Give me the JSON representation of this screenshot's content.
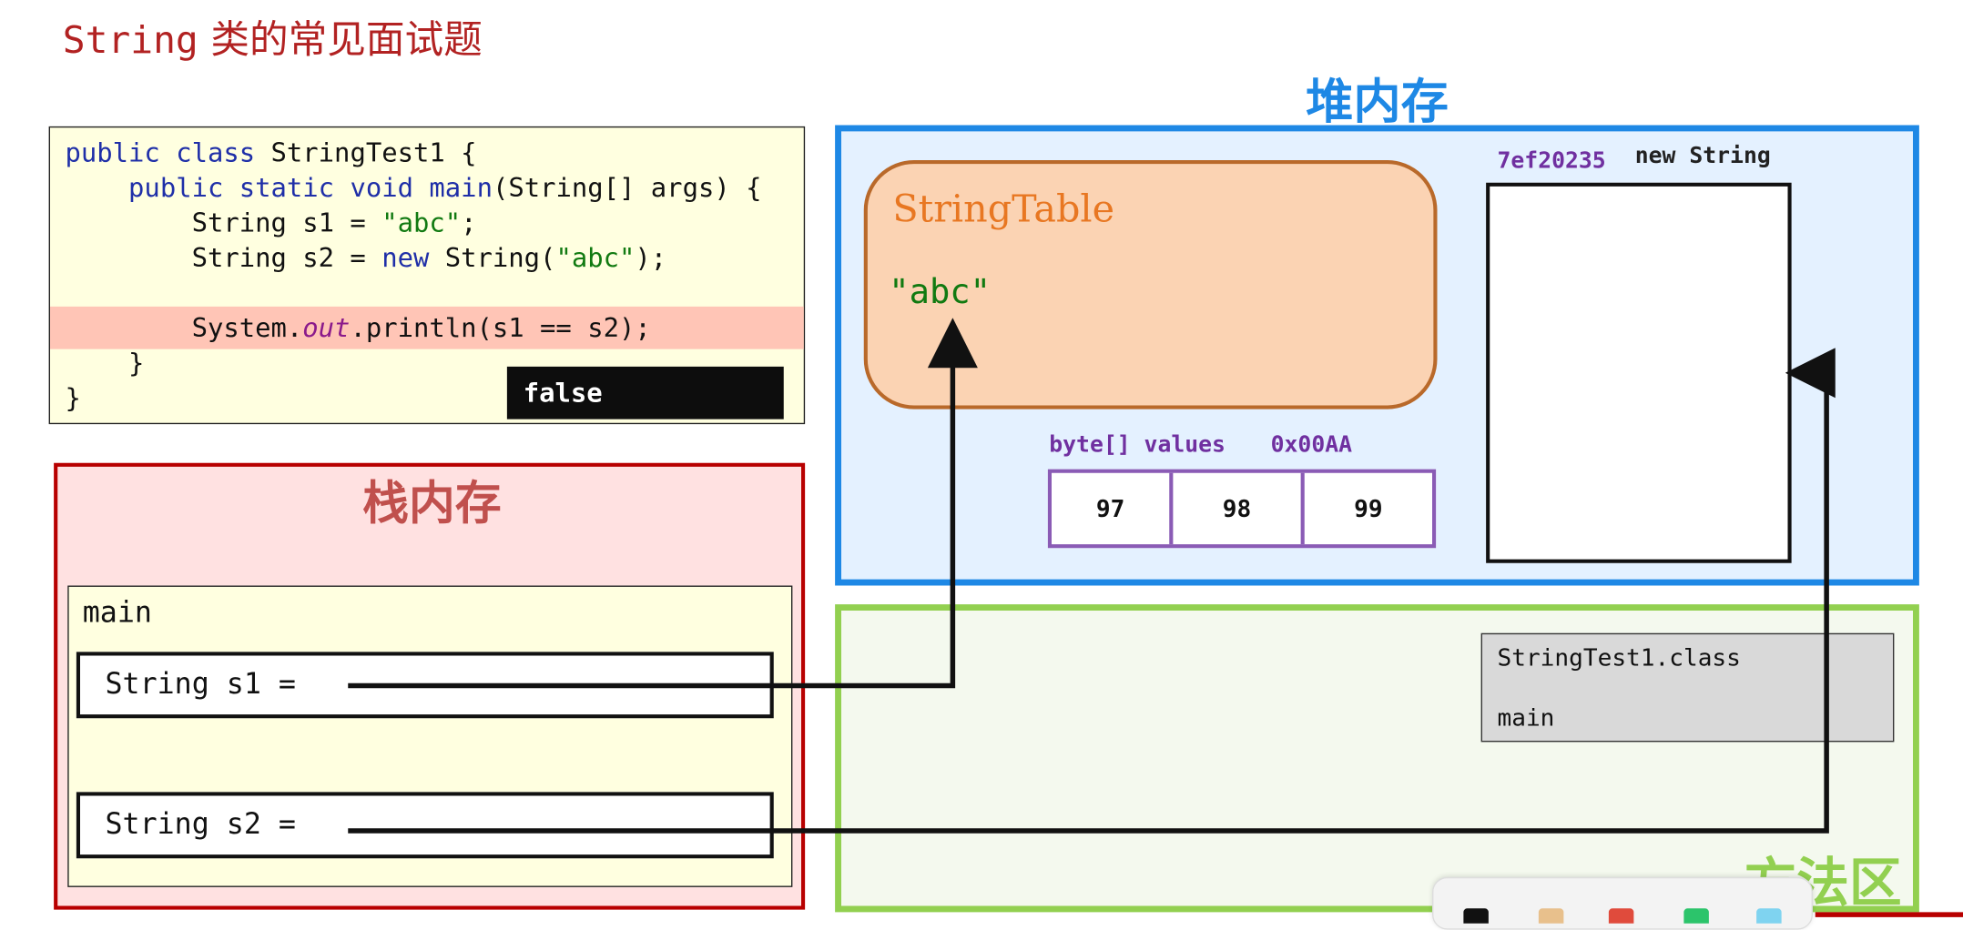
{
  "title": {
    "prefix": "String",
    "text": "类的常见面试题"
  },
  "code": {
    "lines": [
      "public class StringTest1 {",
      "    public static void main(String[] args) {",
      "        String s1 = \"abc\";",
      "        String s2 = new String(\"abc\");",
      "",
      "        System.out.println(s1 == s2);",
      "    }",
      "}"
    ],
    "highlighted_line": 6,
    "console_output": "false"
  },
  "stack": {
    "title": "栈内存",
    "frame_name": "main",
    "vars": [
      {
        "label": "String s1 ="
      },
      {
        "label": "String s2 ="
      }
    ]
  },
  "heap": {
    "title": "堆内存",
    "string_table": {
      "title": "StringTable",
      "entry": "\"abc\""
    },
    "byte_array": {
      "label": "byte[] values",
      "address": "0x00AA",
      "values": [
        "97",
        "98",
        "99"
      ]
    },
    "string_object": {
      "address": "7ef20235",
      "label": "new String"
    }
  },
  "method_area": {
    "title": "方法区",
    "class_box": {
      "name": "StringTest1.class",
      "method": "main"
    }
  },
  "colors": {
    "title": "#b22222",
    "heap_border": "#1e88e5",
    "stack_border": "#b80000",
    "method_border": "#92d050",
    "string_table_fill": "#fbd3b3",
    "address_purple": "#7030a0",
    "highlight": "#ffc5b6"
  },
  "taskbar_icons": [
    "terminal-icon",
    "cat-app-icon",
    "red-app-icon",
    "green-app-icon",
    "blue-app-icon"
  ]
}
